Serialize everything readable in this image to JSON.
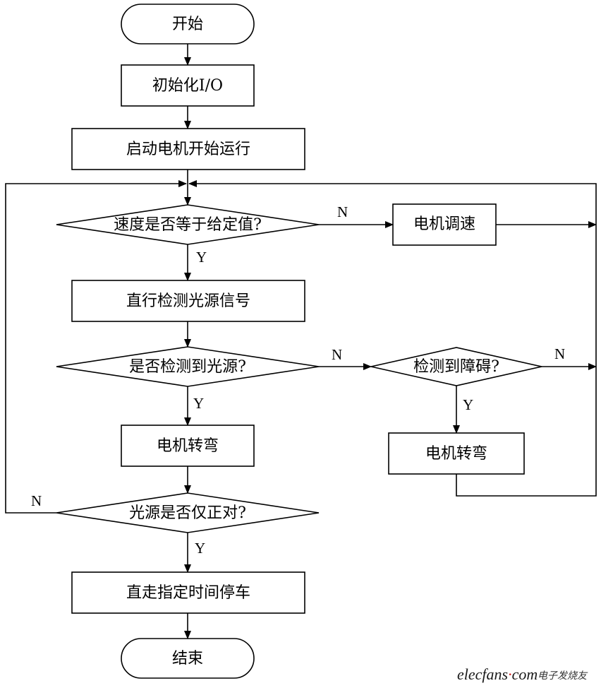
{
  "nodes": {
    "start": "开始",
    "init_io": "初始化I/O",
    "start_motor": "启动电机开始运行",
    "speed_check": "速度是否等于给定值?",
    "adjust_speed": "电机调速",
    "detect_light": "直行检测光源信号",
    "light_found": "是否检测到光源?",
    "obstacle": "检测到障碍?",
    "turn_left": "电机转弯",
    "turn_right": "电机转弯",
    "facing": "光源是否仅正对?",
    "go_straight_stop": "直走指定时间停车",
    "end": "结束"
  },
  "labels": {
    "speed_no": "N",
    "speed_yes": "Y",
    "light_no": "N",
    "light_yes": "Y",
    "obstacle_no": "N",
    "obstacle_yes": "Y",
    "facing_no": "N",
    "facing_yes": "Y"
  },
  "watermark": {
    "logo": "elecfans",
    "logo_suffix": "com",
    "cn": "电子发烧友"
  }
}
